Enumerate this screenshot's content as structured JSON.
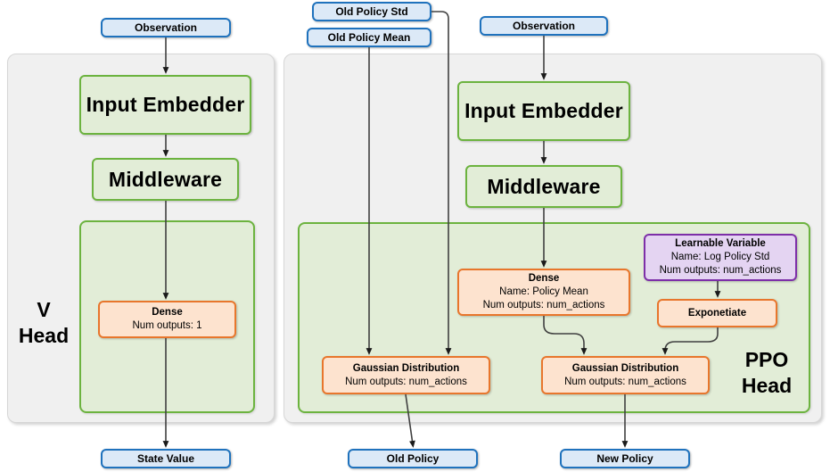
{
  "diagram": {
    "title": "PPO network architecture diagram",
    "colors": {
      "container_gray": "#f0f0f0",
      "green_fill": "#e2edd7",
      "green_border": "#6cb33f",
      "orange_fill": "#fde3cf",
      "orange_border": "#e8762c",
      "purple_fill": "#e4d4f2",
      "purple_border": "#7d2fa8",
      "blue_fill": "#dce9f7",
      "blue_border": "#1f72bd",
      "arrow": "#404040"
    }
  },
  "inputs": {
    "v_observation": "Observation",
    "old_policy_std": "Old Policy Std",
    "old_policy_mean": "Old Policy Mean",
    "ppo_observation": "Observation"
  },
  "outputs": {
    "state_value": "State Value",
    "old_policy": "Old Policy",
    "new_policy": "New Policy"
  },
  "v_head": {
    "caption_line1": "V",
    "caption_line2": "Head",
    "input_embedder": "Input Embedder",
    "middleware": "Middleware",
    "dense": {
      "title": "Dense",
      "sub1": "Num outputs: 1"
    }
  },
  "ppo_head": {
    "caption_line1": "PPO",
    "caption_line2": "Head",
    "input_embedder": "Input Embedder",
    "middleware": "Middleware",
    "dense_policy_mean": {
      "title": "Dense",
      "sub1": "Name: Policy Mean",
      "sub2": "Num outputs: num_actions"
    },
    "learnable_variable": {
      "title": "Learnable Variable",
      "sub1": "Name: Log Policy Std",
      "sub2": "Num outputs: num_actions"
    },
    "exponetiate": {
      "title": "Exponetiate"
    },
    "gaussian_old": {
      "title": "Gaussian Distribution",
      "sub1": "Num outputs: num_actions"
    },
    "gaussian_new": {
      "title": "Gaussian Distribution",
      "sub1": "Num outputs: num_actions"
    }
  }
}
